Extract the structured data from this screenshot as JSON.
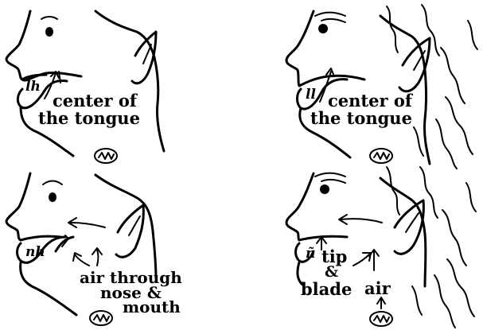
{
  "panels": [
    {
      "id": "top-left",
      "symbol": "lh",
      "labels": [
        "center of",
        "the tongue"
      ]
    },
    {
      "id": "top-right",
      "symbol": "ll",
      "labels": [
        "center of",
        "the tongue"
      ]
    },
    {
      "id": "bottom-left",
      "symbol": "nh",
      "labels": [
        "air through",
        "nose &",
        "mouth"
      ]
    },
    {
      "id": "bottom-right",
      "symbol": "ñ",
      "labels": [
        "tip",
        "&",
        "blade",
        "air"
      ]
    }
  ],
  "voicing_icon": "voice-wave-icon"
}
